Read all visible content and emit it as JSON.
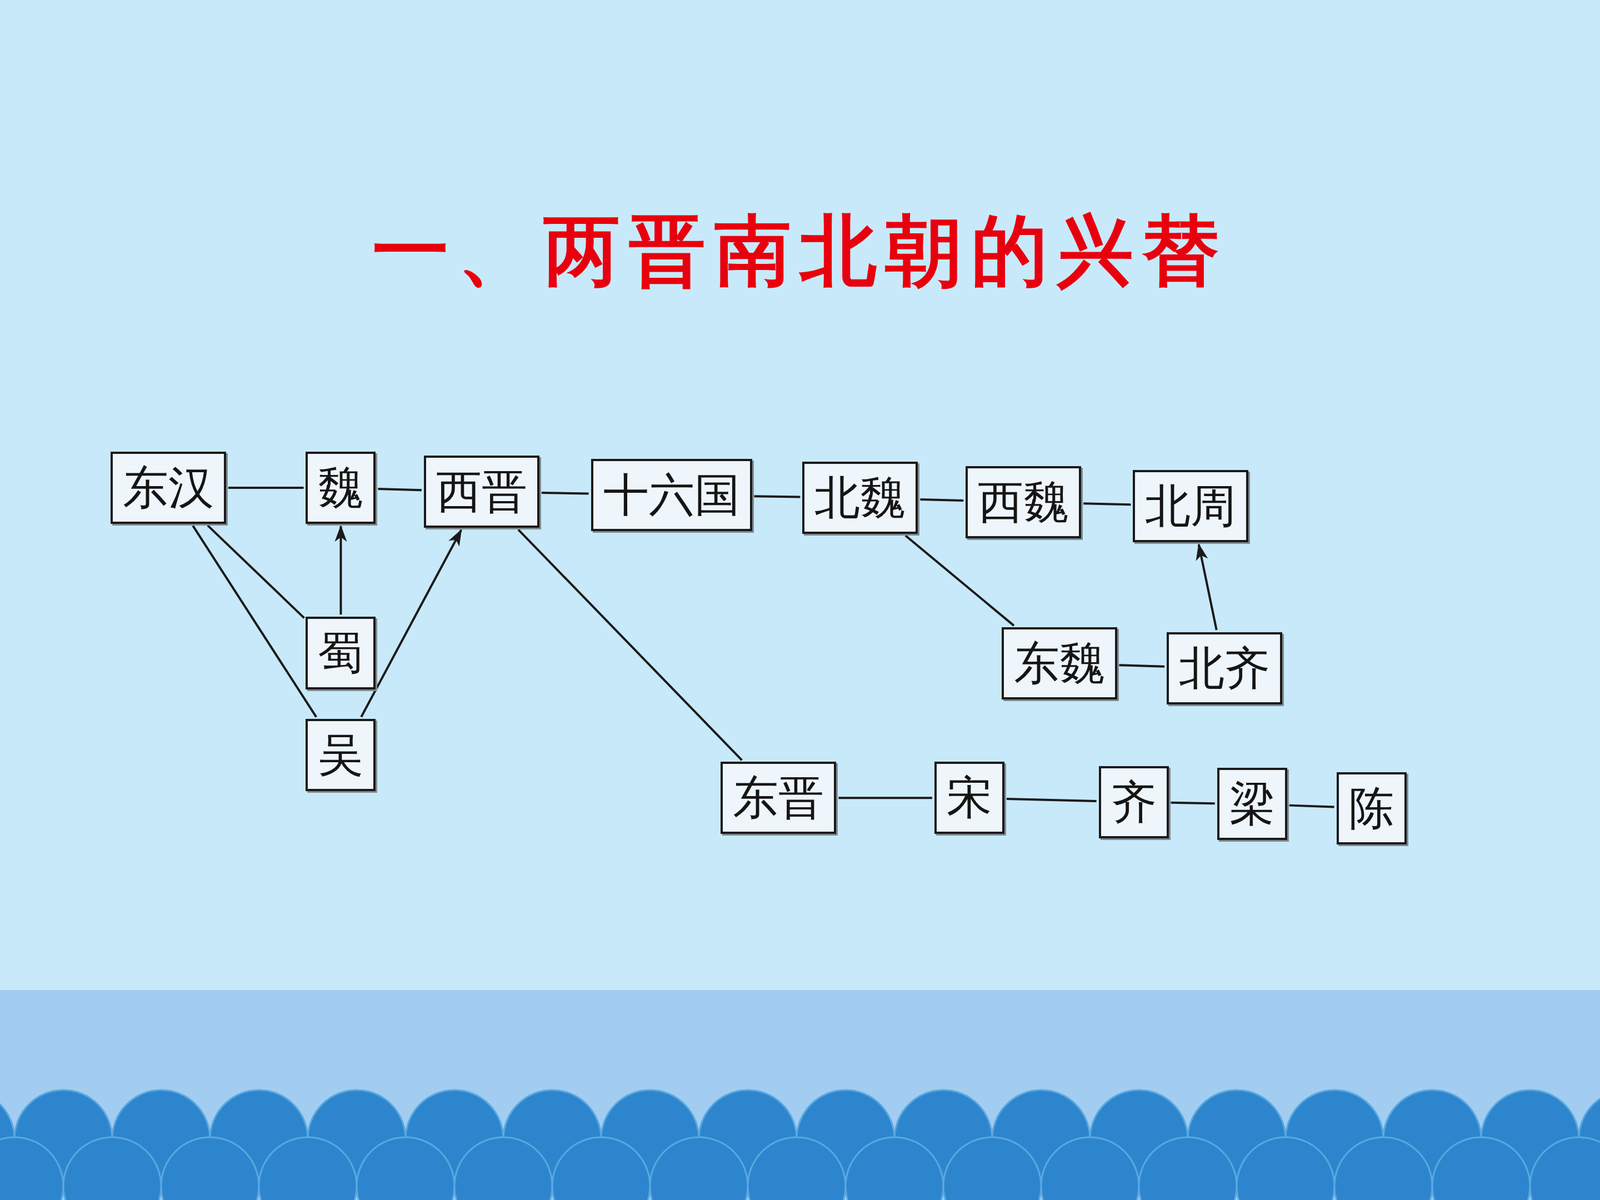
{
  "diagram": {
    "title": "一、两晋南北朝的兴替",
    "nodes": [
      {
        "text": [
          "东汉"
        ]
      },
      {
        "text": [
          "魏"
        ]
      },
      {
        "text": [
          "蜀"
        ]
      },
      {
        "text": [
          "吴"
        ]
      },
      {
        "text": [
          "西晋"
        ]
      },
      {
        "text": [
          "十六国"
        ]
      },
      {
        "text": [
          "北魏"
        ]
      },
      {
        "text": [
          "西魏"
        ]
      },
      {
        "text": [
          "北周"
        ]
      },
      {
        "text": [
          "东魏"
        ]
      },
      {
        "text": [
          "北齐"
        ]
      },
      {
        "text": [
          "东晋"
        ]
      },
      {
        "text": [
          "宋"
        ]
      },
      {
        "text": [
          "齐"
        ]
      },
      {
        "text": [
          "梁"
        ]
      },
      {
        "text": [
          "陈"
        ]
      }
    ],
    "edges": [
      {
        "from": 0,
        "to": 1,
        "arrow": "none"
      },
      {
        "from": 0,
        "to": 2,
        "arrow": "none"
      },
      {
        "from": 0,
        "to": 3,
        "arrow": "none"
      },
      {
        "from": 2,
        "to": 1,
        "arrow": "to"
      },
      {
        "from": 3,
        "to": 4,
        "arrow": "to"
      },
      {
        "from": 1,
        "to": 4,
        "arrow": "none"
      },
      {
        "from": 4,
        "to": 5,
        "arrow": "none"
      },
      {
        "from": 4,
        "to": 11,
        "arrow": "none"
      },
      {
        "from": 5,
        "to": 6,
        "arrow": "none"
      },
      {
        "from": 6,
        "to": 7,
        "arrow": "none"
      },
      {
        "from": 6,
        "to": 9,
        "arrow": "none"
      },
      {
        "from": 7,
        "to": 8,
        "arrow": "none"
      },
      {
        "from": 9,
        "to": 10,
        "arrow": "none"
      },
      {
        "from": 10,
        "to": 8,
        "arrow": "to"
      },
      {
        "from": 11,
        "to": 12,
        "arrow": "none"
      },
      {
        "from": 12,
        "to": 13,
        "arrow": "none"
      },
      {
        "from": 13,
        "to": 14,
        "arrow": "none"
      },
      {
        "from": 14,
        "to": 15,
        "arrow": "none"
      }
    ]
  }
}
